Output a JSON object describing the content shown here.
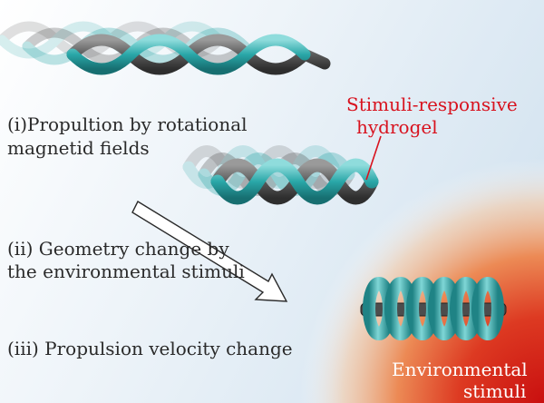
{
  "labels": {
    "step1_line1": "(i)Propultion by rotational",
    "step1_line2": "magnetid fields",
    "step2_line1": "(ii) Geometry change by",
    "step2_line2": "the environmental stimuli",
    "step3": "(iii) Propulsion velocity change",
    "hydrogel_line1": "Stimuli-responsive",
    "hydrogel_line2": "hydrogel",
    "env_line1": "Environmental",
    "env_line2": "stimuli"
  },
  "colors": {
    "teal": "#2aa7a8",
    "gray": "#5a5a5a",
    "annotation_red": "#d8121e",
    "stimuli_red": "#d41a1a",
    "background_blue": "#dbe8f3"
  }
}
